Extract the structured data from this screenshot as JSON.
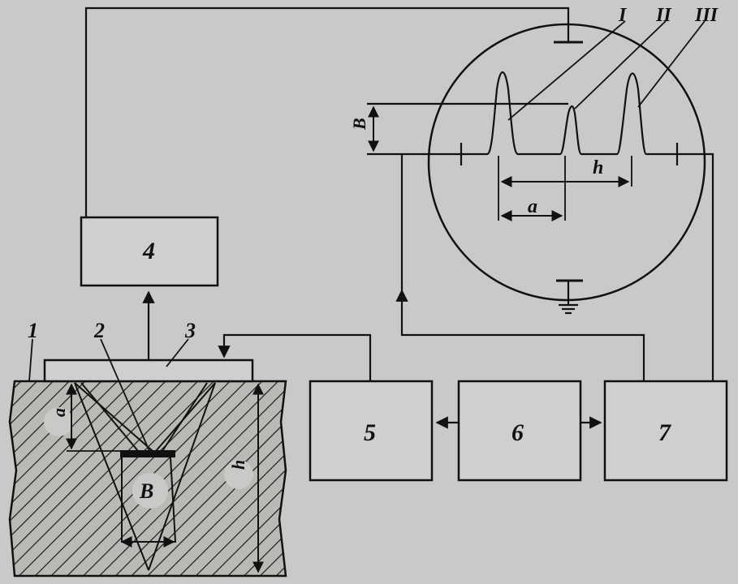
{
  "diagram": {
    "screen_labels": {
      "peak_1": "I",
      "peak_2": "II",
      "peak_3": "III",
      "amplitude": "B",
      "depth": "h",
      "distance": "a"
    },
    "blocks": {
      "block_4": "4",
      "block_5": "5",
      "block_6": "6",
      "block_7": "7"
    },
    "specimen_labels": {
      "specimen": "1",
      "flaw": "2",
      "transducer": "3",
      "flaw_depth": "a",
      "flaw_size": "B",
      "thickness": "h"
    }
  }
}
